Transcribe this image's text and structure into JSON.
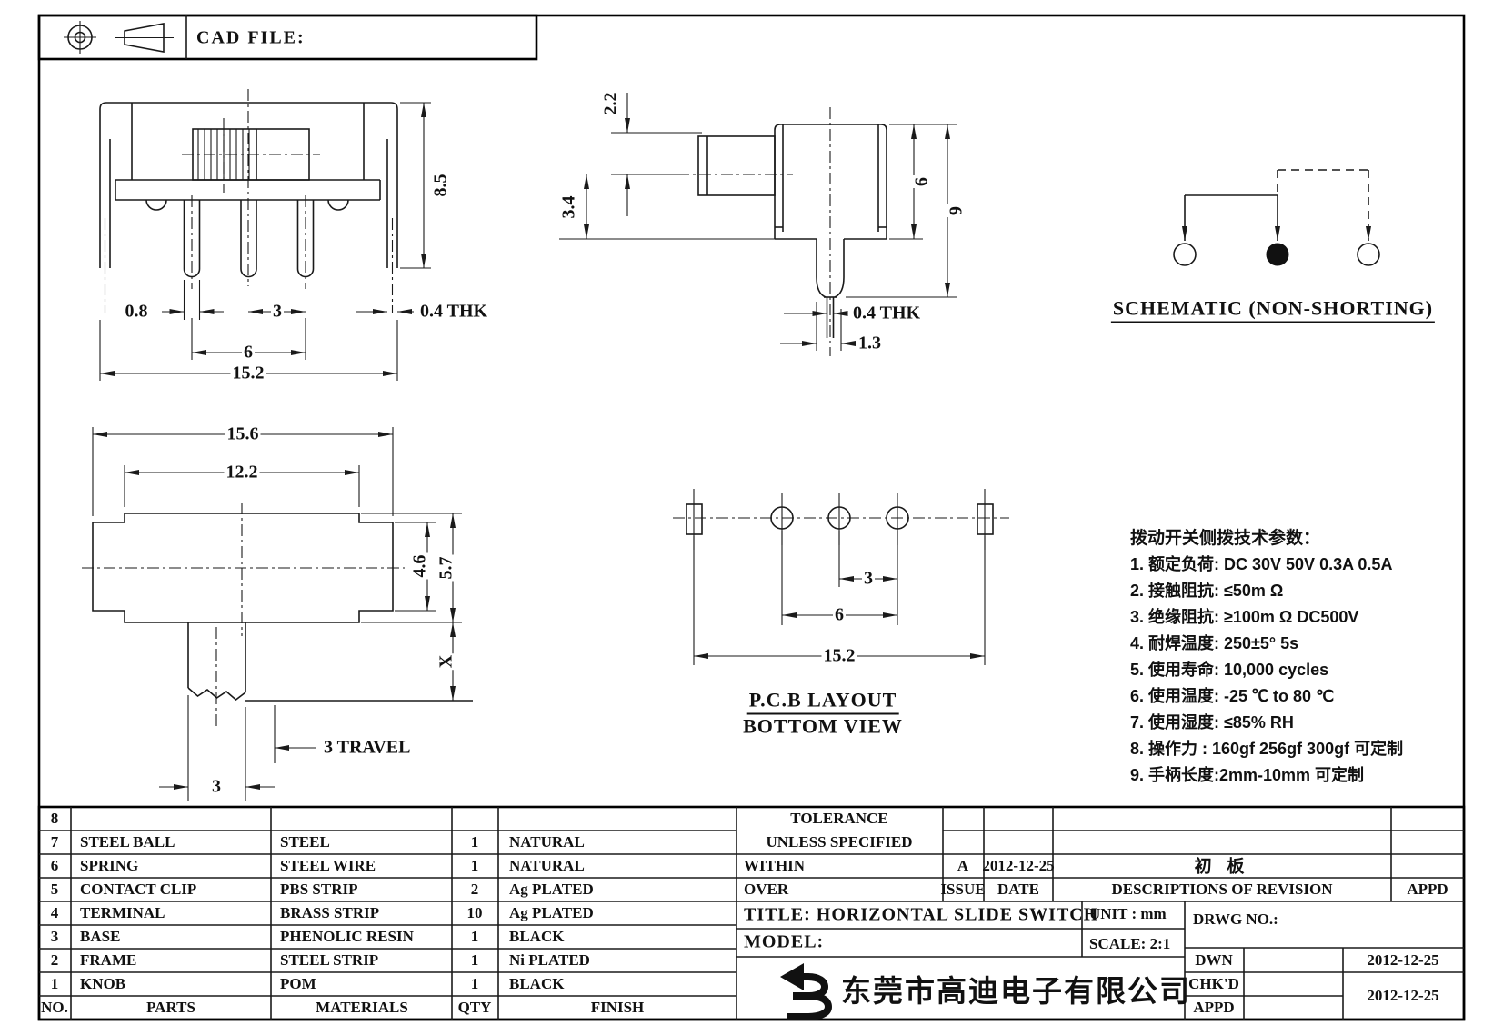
{
  "header": {
    "cad_file": "CAD FILE:"
  },
  "front_view": {
    "height": "8.5",
    "pin_width": "0.8",
    "pitch": "3",
    "thickness": "0.4 THK",
    "span": "6",
    "total_width": "15.2"
  },
  "side_view": {
    "knob_height": "2.2",
    "center_to_seat": "3.4",
    "body_height": "6",
    "total_height": "9",
    "thickness": "0.4 THK",
    "pin_offset": "1.3"
  },
  "schematic": {
    "label": "SCHEMATIC (NON-SHORTING)"
  },
  "top_view": {
    "total_width": "15.6",
    "body_width": "12.2",
    "body_depth": "4.6",
    "total_depth": "5.7",
    "x_dim": "X",
    "travel": "3 TRAVEL",
    "knob_width": "3"
  },
  "pcb_layout": {
    "pitch": "3",
    "span": "6",
    "total": "15.2",
    "title": "P.C.B LAYOUT",
    "subtitle": "BOTTOM VIEW"
  },
  "tech_specs": {
    "title": "拨动开关侧拨技术参数：",
    "items": [
      "1.  额定负荷: DC 30V   50V   0.3A   0.5A",
      "2.  接触阻抗:  ≤50m Ω",
      "3.  绝缘阻抗:  ≥100m Ω   DC500V",
      "4.  耐焊温度: 250±5°  5s",
      "5.  使用寿命: 10,000 cycles",
      "6.  使用温度: -25 ℃  to 80 ℃",
      "7.  使用湿度:  ≤85% RH",
      "8.  操作力 : 160gf   256gf   300gf  可定制",
      "9.  手柄长度:2mm-10mm  可定制"
    ]
  },
  "parts_table": {
    "headers": {
      "no": "NO.",
      "parts": "PARTS",
      "materials": "MATERIALS",
      "qty": "QTY",
      "finish": "FINISH"
    },
    "rows": [
      {
        "no": "8",
        "parts": "",
        "materials": "",
        "qty": "",
        "finish": ""
      },
      {
        "no": "7",
        "parts": "STEEL BALL",
        "materials": "STEEL",
        "qty": "1",
        "finish": "NATURAL"
      },
      {
        "no": "6",
        "parts": "SPRING",
        "materials": "STEEL WIRE",
        "qty": "1",
        "finish": "NATURAL"
      },
      {
        "no": "5",
        "parts": "CONTACT CLIP",
        "materials": "PBS STRIP",
        "qty": "2",
        "finish": "Ag PLATED"
      },
      {
        "no": "4",
        "parts": "TERMINAL",
        "materials": "BRASS STRIP",
        "qty": "10",
        "finish": "Ag PLATED"
      },
      {
        "no": "3",
        "parts": "BASE",
        "materials": "PHENOLIC RESIN",
        "qty": "1",
        "finish": "BLACK"
      },
      {
        "no": "2",
        "parts": "FRAME",
        "materials": "STEEL STRIP",
        "qty": "1",
        "finish": "Ni PLATED"
      },
      {
        "no": "1",
        "parts": "KNOB",
        "materials": "POM",
        "qty": "1",
        "finish": "BLACK"
      }
    ]
  },
  "title_block": {
    "tolerance_line1": "TOLERANCE",
    "tolerance_line2": "UNLESS   SPECIFIED",
    "within": "WITHIN",
    "over": "OVER",
    "issue_value": "A",
    "issue_label": "ISSUE",
    "date_value": "2012-12-25",
    "date_label": "DATE",
    "revision_value": "初 板",
    "revision_label": "DESCRIPTIONS  OF  REVISION",
    "appd_col_label": "APPD",
    "title": "TITLE:  HORIZONTAL  SLIDE  SWITCH",
    "unit": "UNIT : mm",
    "drwg": "DRWG NO.:",
    "model": "MODEL:",
    "scale": "SCALE: 2:1",
    "dwn_label": "DWN",
    "chkd_label": "CHK'D",
    "appd_label": "APPD",
    "dwn_date": "2012-12-25",
    "chkd_appd_date": "2012-12-25",
    "company": "东莞市高迪电子有限公司"
  }
}
